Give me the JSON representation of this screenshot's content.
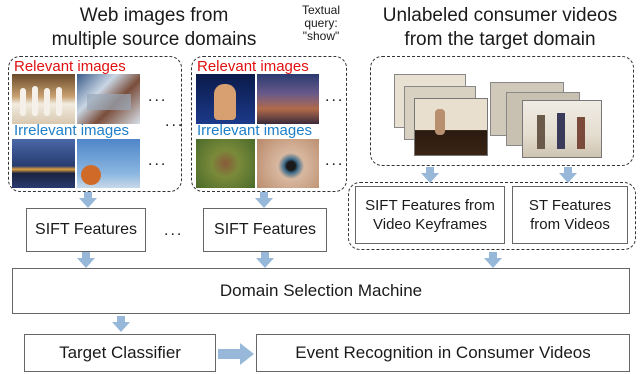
{
  "headers": {
    "web_images": "Web images from\nmultiple source domains",
    "textual_query": "Textual\nquery:\n\"show\"",
    "consumer_videos": "Unlabeled consumer videos\nfrom the target domain"
  },
  "source_groups": [
    {
      "relevant_label": "Relevant images",
      "irrelevant_label": "Irrelevant images"
    },
    {
      "relevant_label": "Relevant images",
      "irrelevant_label": "Irrelevant images"
    }
  ],
  "ellipsis": "...",
  "feature_boxes": {
    "sift_1": "SIFT Features",
    "sift_2": "SIFT Features",
    "sift_keyframes": "SIFT Features from\nVideo Keyframes",
    "st_features": "ST Features\nfrom Videos",
    "between_dots": "..."
  },
  "domain_selection": "Domain Selection Machine",
  "target_classifier": "Target Classifier",
  "event_recognition": "Event Recognition in Consumer Videos",
  "colors": {
    "arrow": "#97b8d8",
    "relevant_label": "#e01010",
    "irrelevant_label": "#1e7fc8"
  }
}
